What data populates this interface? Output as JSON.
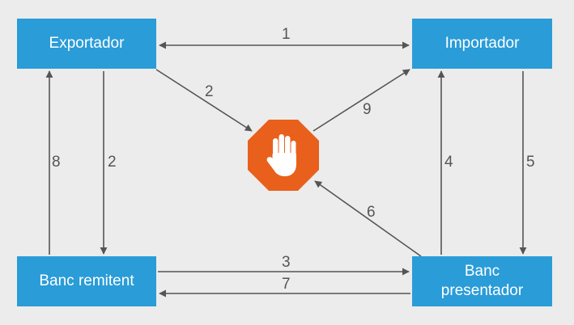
{
  "nodes": {
    "exportador": "Exportador",
    "importador": "Importador",
    "banc_remitent": "Banc remitent",
    "banc_presentador": "Banc\npresentador"
  },
  "edge_labels": {
    "exportador_importador": "1",
    "exportador_stop": "2",
    "stop_importador": "9",
    "remitent_exportador": "8",
    "exportador_remitent": "2",
    "presentador_importador": "4",
    "importador_presentador": "5",
    "presentador_stop": "6",
    "remitent_presentador": "3",
    "presentador_remitent": "7"
  },
  "colors": {
    "box": "#2a9cd8",
    "box_text": "#ffffff",
    "arrow": "#555555",
    "stop_sign": "#e8601c",
    "background": "#ececec"
  },
  "center_icon": "stop-hand-icon"
}
